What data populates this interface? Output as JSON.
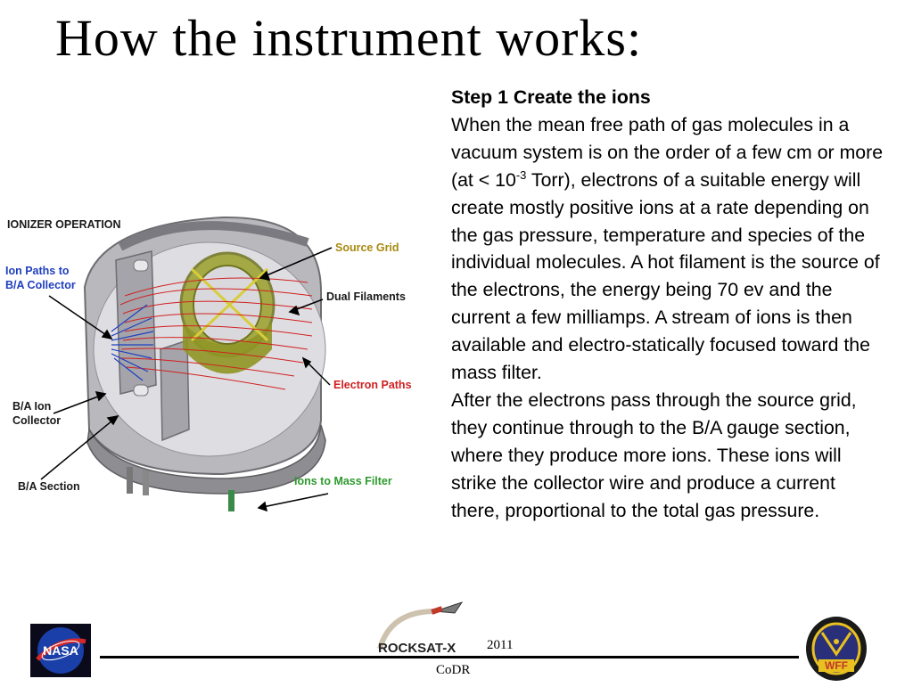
{
  "slide": {
    "title": "How the instrument works:"
  },
  "text": {
    "step_heading": "Step 1 Create the ions",
    "para1_before_exp": "When the mean free path of gas molecules in a vacuum system is on the order of a few cm or more (at < 10",
    "para1_exponent": "-3",
    "para1_after_exp": " Torr), electrons of a suitable energy will create mostly positive ions at a rate depending on the gas pressure, temperature and species of the individual molecules. A hot filament is the source of the electrons, the energy being 70 ev and the current a few milliamps. A stream of ions is then available and electro-statically focused toward the mass filter.",
    "para2": "After the electrons pass through the source grid, they continue through to the B/A gauge section, where they produce more ions. These ions will strike the collector wire and produce a current there, proportional to the total gas pressure."
  },
  "diagram": {
    "heading": "IONIZER OPERATION",
    "labels": {
      "ion_paths_1": "Ion Paths to",
      "ion_paths_2": "B/A Collector",
      "source_grid": "Source Grid",
      "dual_filaments": "Dual Filaments",
      "electron_paths": "Electron Paths",
      "ba_ion_1": "B/A Ion",
      "ba_ion_2": "Collector",
      "ba_section": "B/A Section",
      "ions_mass_filter": "Ions to Mass Filter"
    },
    "colors": {
      "label_dark": "#1a1a1a",
      "label_blue": "#1f3fbf",
      "label_gold": "#a88a10",
      "label_red": "#d11f1f",
      "label_green": "#2e9a2e"
    }
  },
  "footer": {
    "nasa": "NASA",
    "rocksat": "ROCKSAT-X",
    "year": "2011",
    "codr": "CoDR",
    "wff": "WFF"
  }
}
